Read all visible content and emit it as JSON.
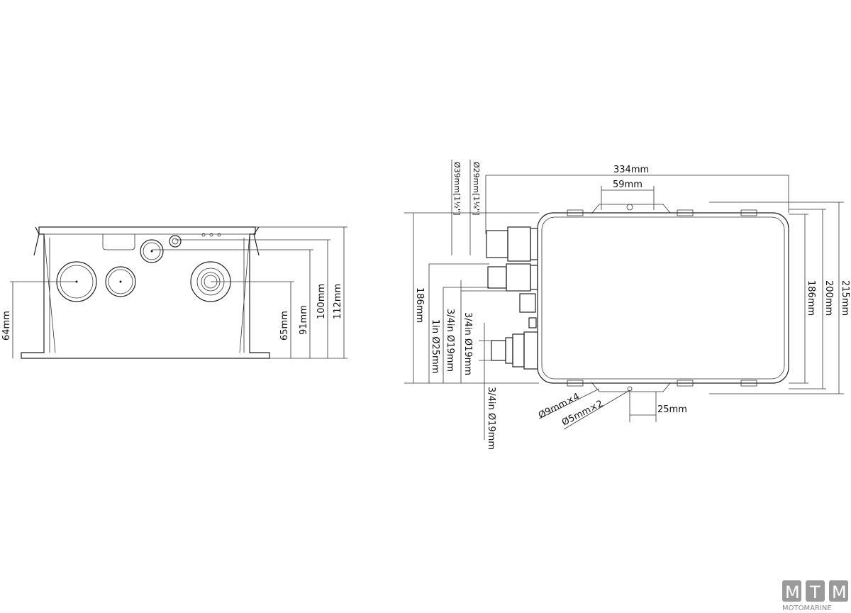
{
  "side_view": {
    "dims": {
      "d64": "64mm",
      "d65": "65mm",
      "d91": "91mm",
      "d100": "100mm",
      "d112": "112mm"
    }
  },
  "top_view": {
    "dims": {
      "width_334": "334mm",
      "spacing_59": "59mm",
      "height_186_left": "186mm",
      "height_186_right": "186mm",
      "height_200": "200mm",
      "height_215": "215mm",
      "offset_25": "25mm",
      "port_39": "Ø39mm[1½\"]",
      "port_29": "Ø29mm[1⅛\"]",
      "port_25": "1in Ø25mm",
      "port_19a": "3/4in Ø19mm",
      "port_19b": "3/4in Ø19mm",
      "port_19c": "3/4in Ø19mm",
      "hole_9": "Ø9mm×4",
      "hole_5": "Ø5mm×2"
    }
  },
  "logo": {
    "letters": [
      "M",
      "T",
      "M"
    ],
    "name": "MOTOMARINE"
  }
}
